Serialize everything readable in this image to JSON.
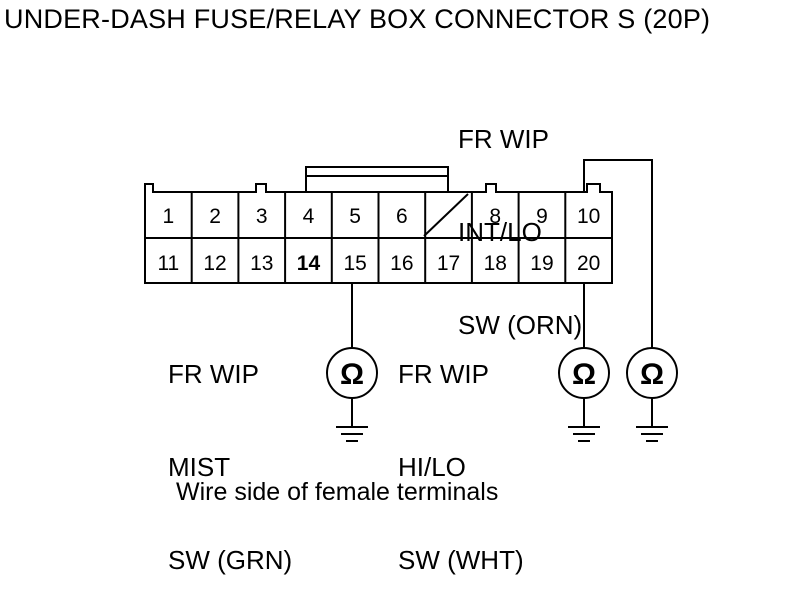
{
  "title": "UNDER-DASH FUSE/RELAY BOX CONNECTOR S (20P)",
  "caption": "Wire side of female terminals",
  "labels": {
    "int_lo": [
      "FR WIP",
      "INT/LO",
      "SW (ORN)"
    ],
    "mist": [
      "FR WIP",
      "MIST",
      "SW (GRN)"
    ],
    "hi_lo": [
      "FR WIP",
      "HI/LO",
      "SW (WHT)"
    ]
  },
  "connector": {
    "top_row": [
      "1",
      "2",
      "3",
      "4",
      "5",
      "6",
      "",
      "8",
      "9",
      "10"
    ],
    "bottom_row": [
      "11",
      "12",
      "13",
      "14",
      "15",
      "16",
      "17",
      "18",
      "19",
      "20"
    ],
    "blank_terminal": "7",
    "bold_terminals": [
      "14"
    ]
  },
  "meter_symbol": "Ω",
  "icons": [
    "ohmmeter-icon",
    "ground-icon"
  ]
}
